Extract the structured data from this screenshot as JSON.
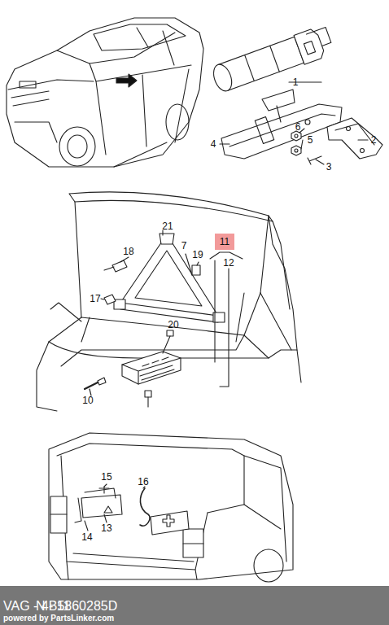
{
  "diagram": {
    "nodes": [
      {
        "text": [
          "11"
        ]
      },
      {
        "text": [
          "VAG - 4B5860285D",
          "N - 11",
          "powered by PartsLinker.com"
        ]
      }
    ],
    "labels": [
      "1",
      "2",
      "6",
      "5",
      "3",
      "4",
      "21",
      "7",
      "18",
      "19",
      "12",
      "17",
      "20",
      "10",
      "15",
      "16",
      "14",
      "13"
    ]
  }
}
